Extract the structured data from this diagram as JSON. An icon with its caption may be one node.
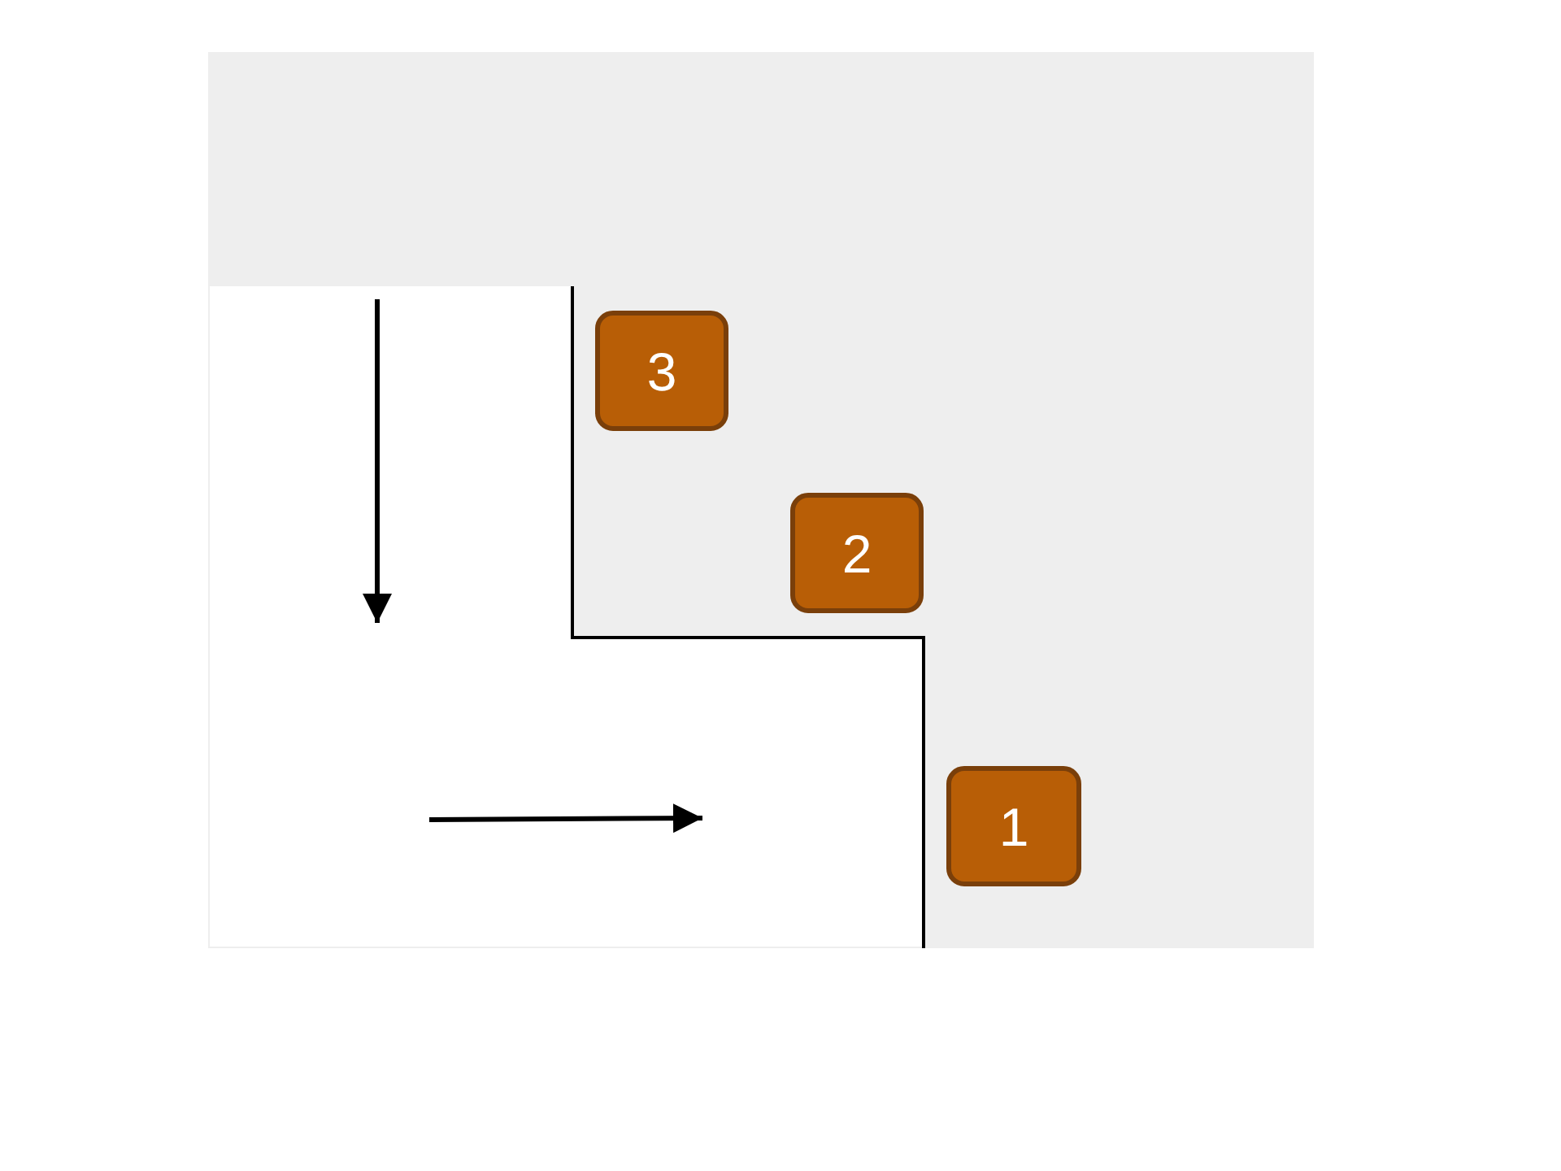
{
  "diagram": {
    "nodes": [
      {
        "text": [
          "3"
        ]
      },
      {
        "text": [
          "2"
        ]
      },
      {
        "text": [
          "1"
        ]
      }
    ]
  }
}
